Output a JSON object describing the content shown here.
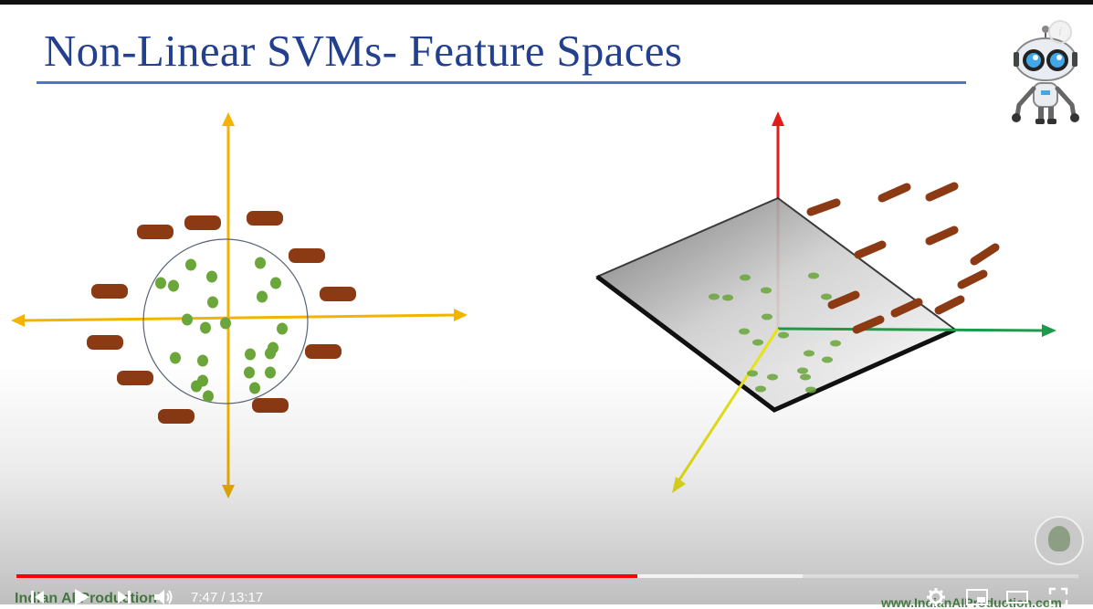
{
  "slide": {
    "title": "Non-Linear SVMs- Feature Spaces",
    "info_label": "i"
  },
  "watermark": {
    "left_text": "Indian AI Production",
    "right_text": "www.IndianAIProduction.com"
  },
  "player": {
    "current_time": "7:47",
    "duration": "13:17",
    "time_text": "7:47 / 13:17",
    "played_fraction": 0.585,
    "buffered_fraction": 0.74
  },
  "controls": {
    "previous": "skip-previous-icon",
    "play": "play-icon",
    "next": "skip-next-icon",
    "volume": "volume-icon",
    "settings": "gear-icon",
    "miniplayer": "miniplayer-icon",
    "theater": "theater-mode-icon",
    "fullscreen": "fullscreen-icon"
  },
  "colors": {
    "title": "#23408f",
    "rule": "#4a78c6",
    "axis_yellow": "#f2b400",
    "axis_red": "#e21b1b",
    "axis_green": "#1f9a4a",
    "axis_yellow_3d": "#e6e21a",
    "point_green": "#6aa63a",
    "brick": "#8b3a14",
    "progress_played": "#ff0000"
  }
}
